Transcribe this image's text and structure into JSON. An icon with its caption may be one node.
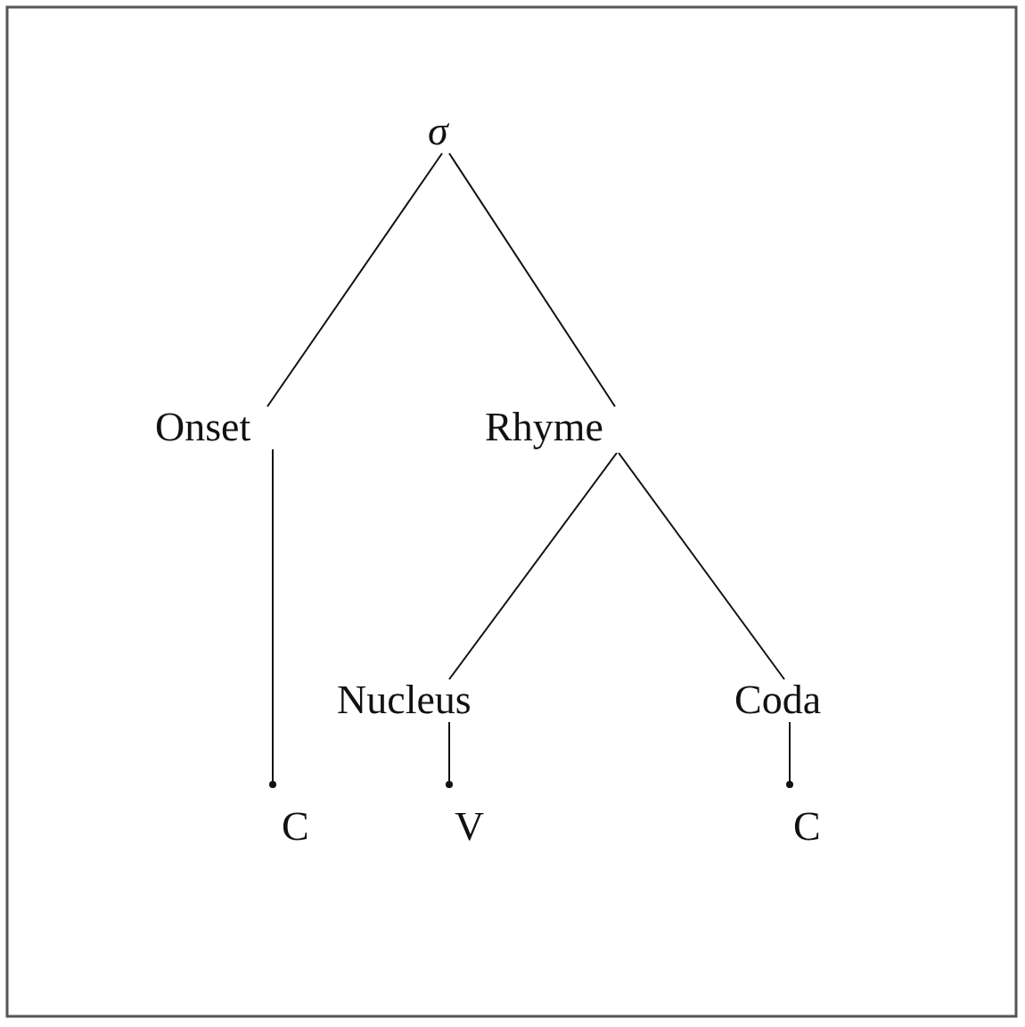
{
  "diagram": {
    "nodes": [
      {
        "text": [
          "σ"
        ]
      },
      {
        "text": [
          "Onset"
        ]
      },
      {
        "text": [
          "Rhyme"
        ]
      },
      {
        "text": [
          "Nucleus"
        ]
      },
      {
        "text": [
          "Coda"
        ]
      },
      {
        "text": [
          "C"
        ]
      },
      {
        "text": [
          "V"
        ]
      },
      {
        "text": [
          "C"
        ]
      }
    ],
    "edges": [
      {
        "from": 0,
        "to": 1,
        "arrow": "none"
      },
      {
        "from": 0,
        "to": 2,
        "arrow": "none"
      },
      {
        "from": 1,
        "to": 5,
        "arrow": "other"
      },
      {
        "from": 2,
        "to": 3,
        "arrow": "none"
      },
      {
        "from": 2,
        "to": 4,
        "arrow": "none"
      },
      {
        "from": 3,
        "to": 6,
        "arrow": "other"
      },
      {
        "from": 4,
        "to": 7,
        "arrow": "other"
      }
    ]
  }
}
